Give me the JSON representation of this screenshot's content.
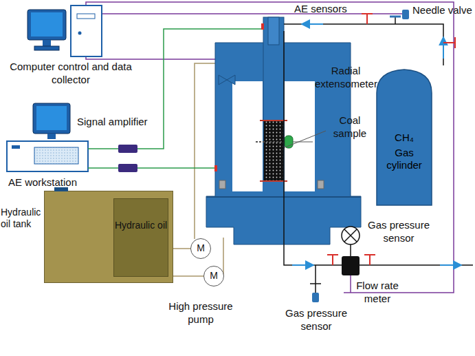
{
  "diagram": {
    "nodes": [
      {
        "text": [
          "Hydraulic oil tank",
          "Hydraulic oil"
        ]
      },
      {
        "text": [
          "M"
        ]
      },
      {
        "text": [
          "M"
        ]
      },
      {
        "text": [
          "CH₄",
          "Gas cylinder"
        ]
      }
    ],
    "edges": [
      {
        "from": 0,
        "to": 1,
        "arrow": "none"
      },
      {
        "from": 0,
        "to": 2,
        "arrow": "none"
      }
    ],
    "labels": [
      "Computer control and data collector",
      "AE sensors",
      "Needle valve",
      "Radial extensometer",
      "Coal sample",
      "Signal amplifier",
      "AE workstation",
      "Gas pressure sensor",
      "High pressure pump",
      "Gas pressure sensor",
      "Flow rate meter"
    ]
  }
}
